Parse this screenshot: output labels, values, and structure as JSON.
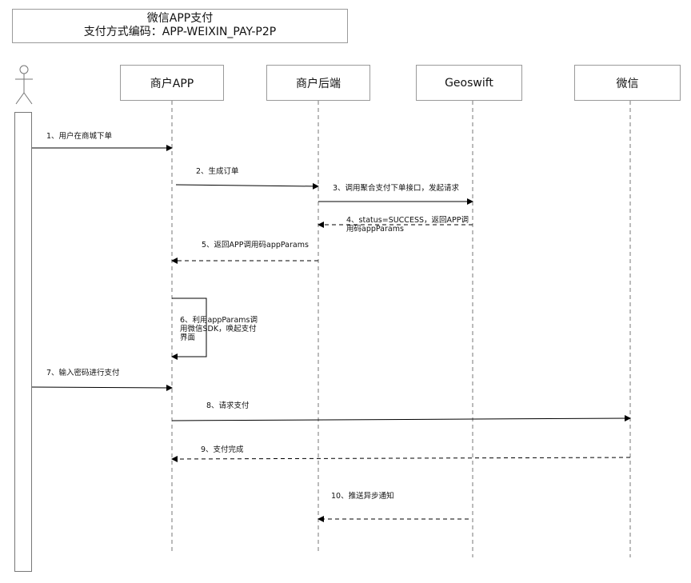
{
  "title": {
    "line1": "微信APP支付",
    "line2": "支付方式编码：APP-WEIXIN_PAY-P2P"
  },
  "participants": {
    "merchant_app": "商户APP",
    "merchant_backend": "商户后端",
    "geoswift": "Geoswift",
    "wechat": "微信"
  },
  "messages": {
    "m1": "1、用户在商城下单",
    "m2": "2、生成订单",
    "m3": "3、调用聚合支付下单接口，发起请求",
    "m4": "4、status=SUCCESS，返回APP调用码appParams",
    "m5": "5、返回APP调用码appParams",
    "m6": "6、利用appParams调用微信SDK，唤起支付界面",
    "m7": "7、输入密码进行支付",
    "m8": "8、请求支付",
    "m9": "9、支付完成",
    "m10": "10、推送异步通知"
  }
}
